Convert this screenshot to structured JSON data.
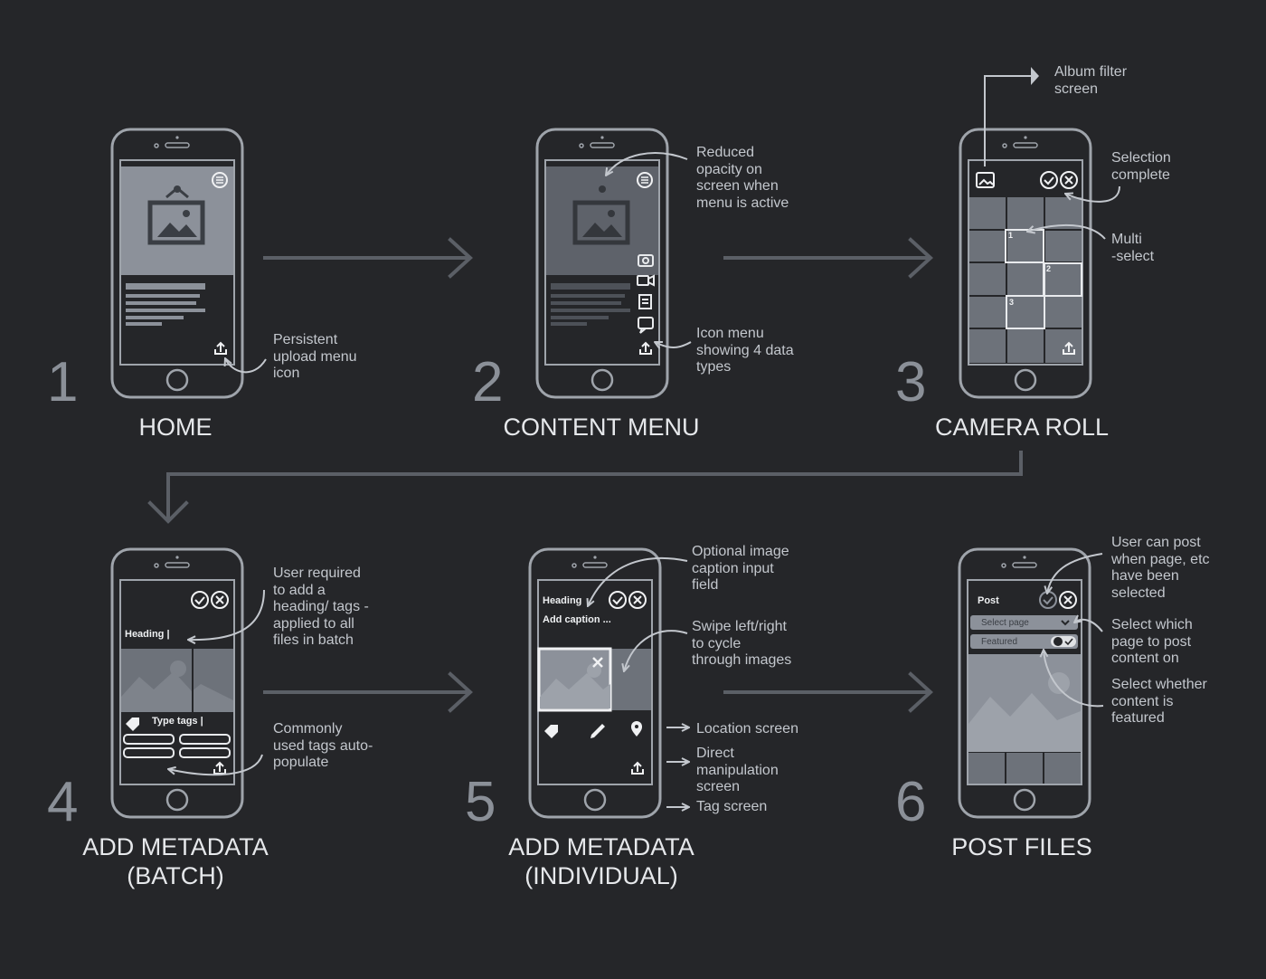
{
  "steps": [
    {
      "number": "1",
      "title": "HOME"
    },
    {
      "number": "2",
      "title": "CONTENT MENU"
    },
    {
      "number": "3",
      "title": "CAMERA ROLL"
    },
    {
      "number": "4",
      "title": "ADD METADATA\n(BATCH)"
    },
    {
      "number": "5",
      "title": "ADD METADATA\n(INDIVIDUAL)"
    },
    {
      "number": "6",
      "title": "POST FILES"
    }
  ],
  "notes": {
    "persistent_upload": "Persistent\nupload menu\nicon",
    "reduced_opacity": "Reduced\nopacity on\nscreen when\nmenu is active",
    "icon_menu": "Icon menu\nshowing 4 data\ntypes",
    "album_filter": "Album filter\nscreen",
    "selection_complete": "Selection\ncomplete",
    "multi_select": "Multi\n-select",
    "user_required": "User required\nto add a\nheading/ tags -\napplied to all\nfiles in batch",
    "commonly_used": "Commonly\nused tags auto-\npopulate",
    "optional_caption": "Optional image\ncaption input\nfield",
    "swipe": "Swipe left/right\nto cycle\nthrough images",
    "location": "Location screen",
    "direct_manipulation": "Direct\nmanipulation\nscreen",
    "tag_screen": "Tag screen",
    "user_can_post": "User can post\nwhen page, etc\nhave been\nselected",
    "select_page": "Select which\npage to post\ncontent on",
    "select_featured": "Select whether\ncontent is\nfeatured"
  },
  "screens": {
    "heading_batch": "Heading |",
    "type_tags": "Type tags |",
    "heading_individual": "Heading",
    "add_caption": "Add caption ...",
    "post": "Post",
    "select_page": "Select page",
    "featured": "Featured",
    "multi_numbers": [
      "1",
      "2",
      "3"
    ]
  },
  "colors": {
    "background": "#252629",
    "phone_outline": "#9fa4ab",
    "screen_fill": "#8c919a",
    "arrow": "#5b5f66",
    "text": "#c3c7cd"
  },
  "icons": [
    "menu-icon",
    "image-icon",
    "upload-icon",
    "camera-icon",
    "video-icon",
    "document-icon",
    "chat-icon",
    "check-icon",
    "close-icon",
    "album-filter-icon",
    "tag-icon",
    "pencil-icon",
    "location-pin-icon",
    "chevron-down-icon",
    "toggle-icon"
  ]
}
